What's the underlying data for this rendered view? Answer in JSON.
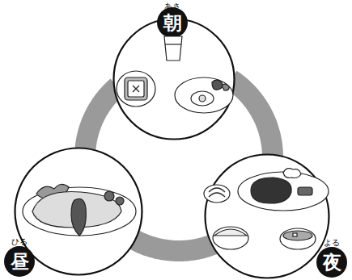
{
  "diagram": {
    "nodes": [
      {
        "text": [
          "あさ",
          "朝"
        ]
      },
      {
        "text": [
          "ひる",
          "昼"
        ]
      },
      {
        "text": [
          "よる",
          "夜"
        ]
      }
    ],
    "edges": [
      {
        "from": 0,
        "to": 1,
        "arrow": "none"
      },
      {
        "from": 1,
        "to": 2,
        "arrow": "none"
      },
      {
        "from": 2,
        "to": 0,
        "arrow": "none"
      }
    ]
  }
}
